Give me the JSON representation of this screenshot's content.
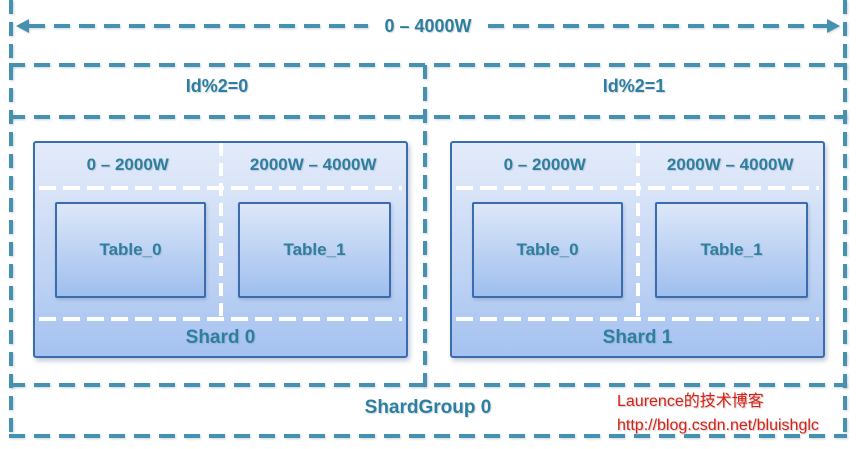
{
  "diagram": {
    "title_arrow": {
      "label": "0 – 4000W"
    },
    "partitions": [
      {
        "label": "Id%2=0"
      },
      {
        "label": "Id%2=1"
      }
    ],
    "shards": [
      {
        "ranges": [
          "0 – 2000W",
          "2000W – 4000W"
        ],
        "tables": [
          "Table_0",
          "Table_1"
        ],
        "label": "Shard 0"
      },
      {
        "ranges": [
          "0 – 2000W",
          "2000W – 4000W"
        ],
        "tables": [
          "Table_0",
          "Table_1"
        ],
        "label": "Shard 1"
      }
    ],
    "group_label": "ShardGroup 0"
  },
  "watermark": {
    "author": "Laurence的技术博客",
    "url": "http://blog.csdn.net/bluishglc"
  },
  "colors": {
    "dash_teal": "#4691AF",
    "text_teal": "#2E7F9F",
    "box_border": "#3B6CAE",
    "box_fill_top": "#e3ebfa",
    "box_fill_bottom": "#a5c2f0",
    "table_fill_top": "#dde7f9",
    "table_fill_bottom": "#9fbfee",
    "divider_white": "#ffffff",
    "watermark_red": "#DB1F14"
  }
}
